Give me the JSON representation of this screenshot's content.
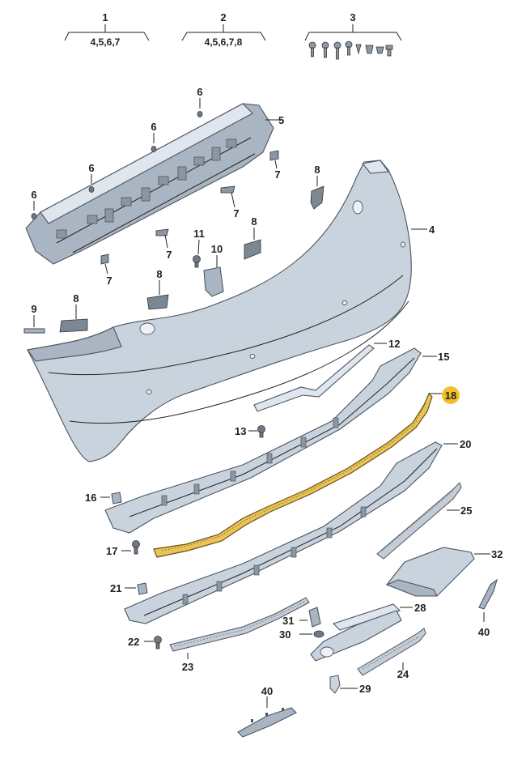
{
  "groups": [
    {
      "number": "1",
      "items": "4,5,6,7"
    },
    {
      "number": "2",
      "items": "4,5,6,7,8"
    },
    {
      "number": "3",
      "items": ""
    }
  ],
  "labels": {
    "p4": "4",
    "p5": "5",
    "p6a": "6",
    "p6b": "6",
    "p6c": "6",
    "p6d": "6",
    "p7a": "7",
    "p7b": "7",
    "p7c": "7",
    "p7d": "7",
    "p8a": "8",
    "p8b": "8",
    "p8c": "8",
    "p8d": "8",
    "p9": "9",
    "p10": "10",
    "p11": "11",
    "p12": "12",
    "p13": "13",
    "p15": "15",
    "p16": "16",
    "p17": "17",
    "p18": "18",
    "p20": "20",
    "p21": "21",
    "p22": "22",
    "p23": "23",
    "p24": "24",
    "p25": "25",
    "p28": "28",
    "p29": "29",
    "p30": "30",
    "p31": "31",
    "p32": "32",
    "p40a": "40",
    "p40b": "40"
  },
  "highlight": {
    "part": "18",
    "color": "#f2c029"
  }
}
